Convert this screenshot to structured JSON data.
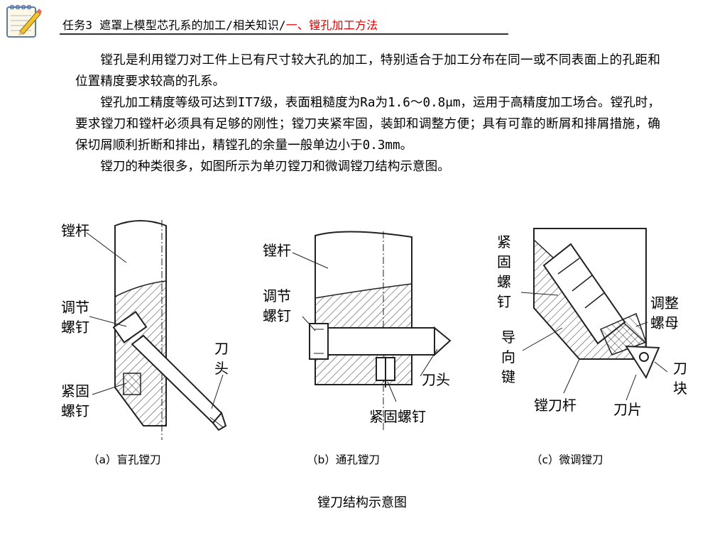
{
  "header": {
    "crumb_main": "任务3  遮罩上模型芯孔系的加工/相关知识/",
    "crumb_active": "一、镗孔加工方法",
    "active_color": "#e00000"
  },
  "body": {
    "p1": "镗孔是利用镗刀对工件上已有尺寸较大孔的加工，特别适合于加工分布在同一或不同表面上的孔距和位置精度要求较高的孔系。",
    "p2": "镗孔加工精度等级可达到IT7级，表面粗糙度为Ra为1.6～0.8μm，运用于高精度加工场合。镗孔时，要求镗刀和镗杆必须具有足够的刚性；镗刀夹紧牢固，装卸和调整方便；具有可靠的断屑和排屑措施，确保切屑顺利折断和排出，精镗孔的余量一般单边小于0.3mm。",
    "p3": "镗刀的种类很多，如图所示为单刃镗刀和微调镗刀结构示意图。"
  },
  "figures": {
    "a": {
      "label_boring_bar": "镗杆",
      "label_adjust_1": "调节",
      "label_adjust_2": "螺钉",
      "label_fix_1": "紧固",
      "label_fix_2": "螺钉",
      "label_tip_1": "刀",
      "label_tip_2": "头",
      "caption": "（a）盲孔镗刀"
    },
    "b": {
      "label_boring_bar": "镗杆",
      "label_adjust_1": "调节",
      "label_adjust_2": "螺钉",
      "label_tip": "刀头",
      "label_fix": "紧固螺钉",
      "caption": "（b）通孔镗刀"
    },
    "c": {
      "label_fix": [
        "紧",
        "固",
        "螺",
        "钉"
      ],
      "label_guide": [
        "导",
        "向",
        "键"
      ],
      "label_nut_1": "调整",
      "label_nut_2": "螺母",
      "label_block": [
        "刀",
        "块"
      ],
      "label_bar": "镗刀杆",
      "label_blade": "刀片",
      "caption": "（c）微调镗刀"
    }
  },
  "main_caption": "镗刀结构示意图"
}
